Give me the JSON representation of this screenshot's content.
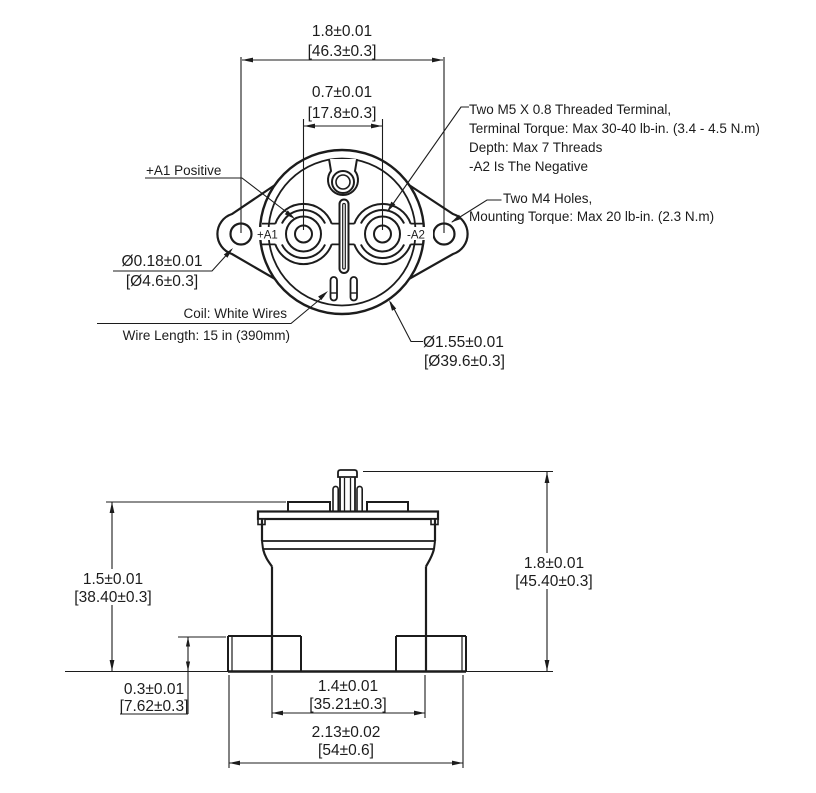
{
  "top_view": {
    "dim_overall_width_in": "1.8±0.01",
    "dim_overall_width_mm": "[46.3±0.3]",
    "dim_terminal_spacing_in": "0.7±0.01",
    "dim_terminal_spacing_mm": "[17.8±0.3]",
    "label_positive": "+A1 Positive",
    "terminal_a1": "+A1",
    "terminal_a2": "-A2",
    "note_m5_terminal": [
      "Two M5 X 0.8 Threaded Terminal,",
      "Terminal Torque: Max 30-40 lb-in. (3.4 - 4.5 N.m)",
      "Depth: Max 7 Threads",
      "-A2 Is The Negative"
    ],
    "note_m4_holes": [
      "Two M4 Holes,",
      "Mounting Torque: Max 20 lb-in. (2.3 N.m)"
    ],
    "dim_mount_hole_in": "Ø0.18±0.01",
    "dim_mount_hole_mm": "[Ø4.6±0.3]",
    "note_coil": [
      "Coil: White Wires",
      "Wire Length: 15 in (390mm)"
    ],
    "dim_body_dia_in": "Ø1.55±0.01",
    "dim_body_dia_mm": "[Ø39.6±0.3]"
  },
  "side_view": {
    "dim_height_step_in": "1.5±0.01",
    "dim_height_step_mm": "[38.40±0.3]",
    "dim_height_overall_in": "1.8±0.01",
    "dim_height_overall_mm": "[45.40±0.3]",
    "dim_flange_height_in": "0.3±0.01",
    "dim_flange_height_mm": "[7.62±0.3]",
    "dim_body_width_in": "1.4±0.01",
    "dim_body_width_mm": "[35.21±0.3]",
    "dim_flange_width_in": "2.13±0.02",
    "dim_flange_width_mm": "[54±0.6]"
  },
  "colors": {
    "line": "#1c1c1c",
    "background": "#ffffff"
  }
}
